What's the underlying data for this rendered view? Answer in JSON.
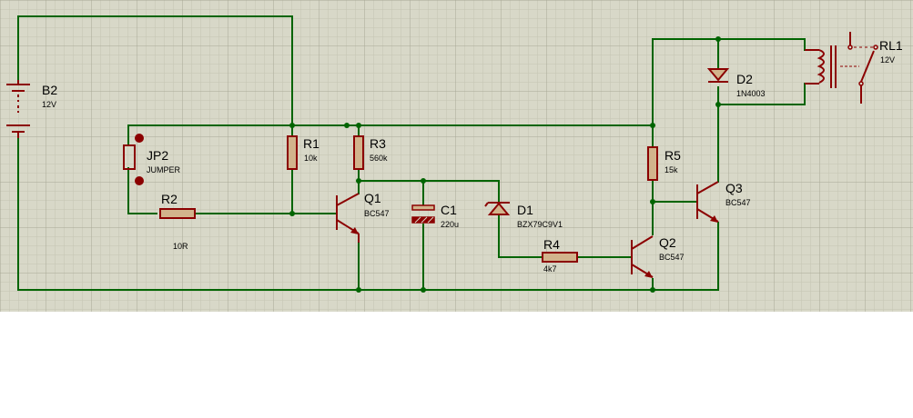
{
  "colors": {
    "background": "#d8d8c8",
    "grid_fine": "#c4c4b2",
    "grid_major": "#a8a896",
    "wire": "#006400",
    "component": "#8b0000",
    "resistor_fill": "#d2b48c",
    "page_below": "#ffffff"
  },
  "components": {
    "b2": {
      "ref": "B2",
      "value": "12V"
    },
    "jp2": {
      "ref": "JP2",
      "value": "JUMPER"
    },
    "r2": {
      "ref": "R2",
      "value": "10R"
    },
    "r1": {
      "ref": "R1",
      "value": "10k"
    },
    "r3": {
      "ref": "R3",
      "value": "560k"
    },
    "q1": {
      "ref": "Q1",
      "value": "BC547"
    },
    "c1": {
      "ref": "C1",
      "value": "220u"
    },
    "d1": {
      "ref": "D1",
      "value": "BZX79C9V1"
    },
    "r4": {
      "ref": "R4",
      "value": "4k7"
    },
    "r5": {
      "ref": "R5",
      "value": "15k"
    },
    "q2": {
      "ref": "Q2",
      "value": "BC547"
    },
    "q3": {
      "ref": "Q3",
      "value": "BC547"
    },
    "d2": {
      "ref": "D2",
      "value": "1N4003"
    },
    "rl1": {
      "ref": "RL1",
      "value": "12V"
    }
  }
}
